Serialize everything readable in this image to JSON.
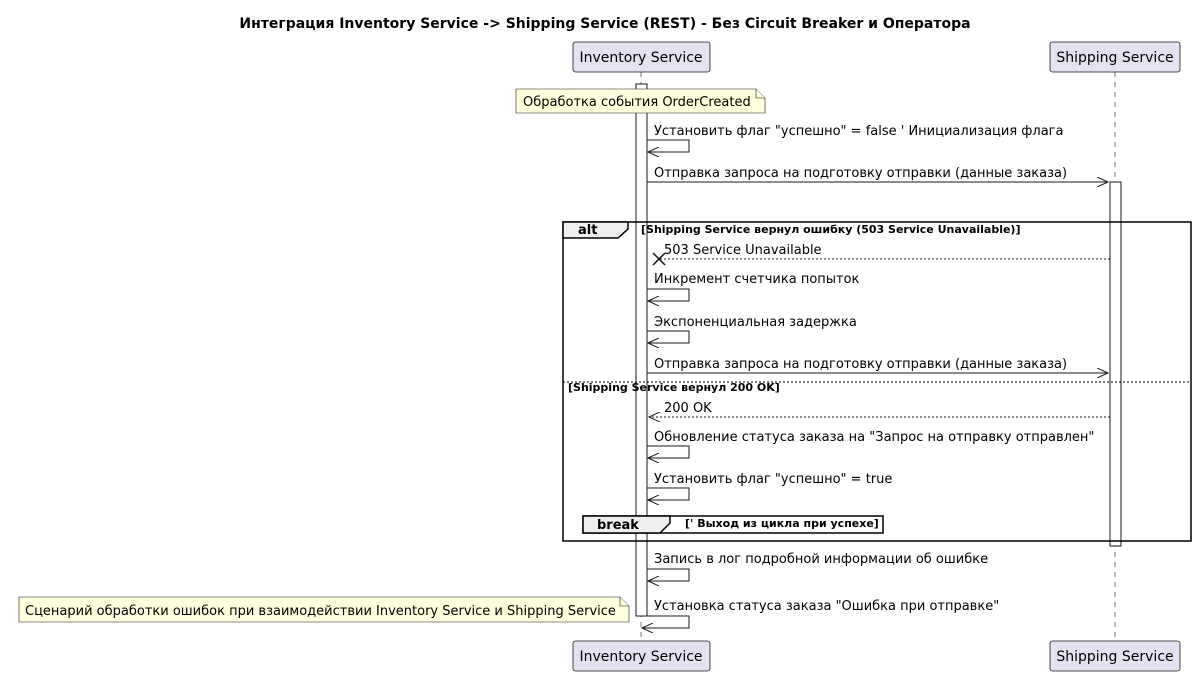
{
  "title": "Интеграция Inventory Service -> Shipping Service (REST) - Без Circuit Breaker и Оператора",
  "participants": {
    "inventory": "Inventory Service",
    "shipping": "Shipping Service"
  },
  "notes": {
    "order_created": "Обработка события OrderCreated",
    "scenario": "Сценарий обработки ошибок при взаимодействии Inventory Service и Shipping Service"
  },
  "messages": {
    "m1": "Установить флаг \"успешно\" = false ' Инициализация флага",
    "m2": "Отправка запроса на подготовку отправки (данные заказа)",
    "m3": "503 Service Unavailable",
    "m4": "Инкремент счетчика попыток",
    "m5": "Экспоненциальная задержка",
    "m6": "Отправка запроса на подготовку отправки (данные заказа)",
    "m7": "200 OK",
    "m8": "Обновление статуса заказа на \"Запрос на отправку отправлен\"",
    "m9": "Установить флаг \"успешно\" = true",
    "m10": "Запись в лог подробной информации об ошибке",
    "m11": "Установка статуса заказа \"Ошибка при отправке\""
  },
  "fragments": {
    "alt": {
      "keyword": "alt",
      "guard1": "[Shipping Service вернул ошибку (503 Service Unavailable)]",
      "guard2": "[Shipping Service вернул 200 OK]"
    },
    "break": {
      "keyword": "break",
      "guard": "[' Выход из цикла при успехе]"
    }
  }
}
